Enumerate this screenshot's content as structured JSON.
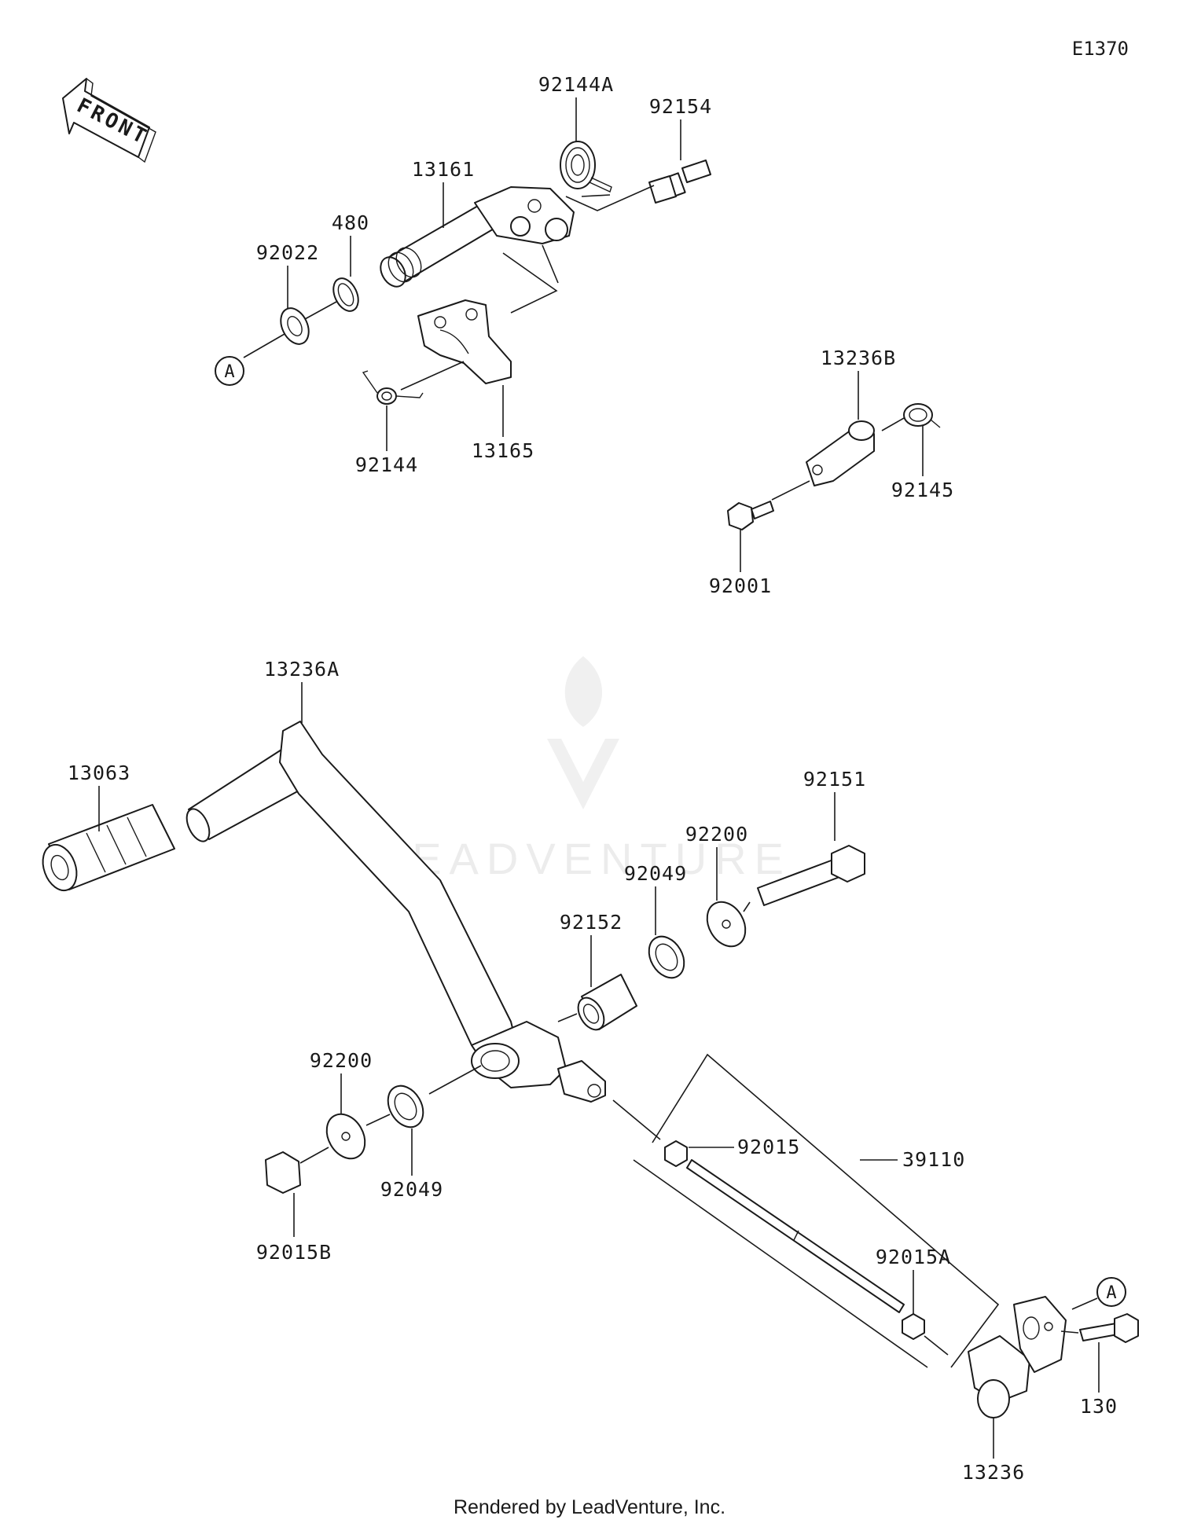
{
  "diagram_code": "E1370",
  "orientation_label": "FRONT",
  "watermark_text": "LEADVENTURE",
  "credit": "Rendered by LeadVenture, Inc.",
  "callouts": [
    "A",
    "A"
  ],
  "parts": [
    "92144A",
    "92154",
    "13161",
    "480",
    "92022",
    "92144",
    "13165",
    "13236B",
    "92145",
    "92001",
    "13236A",
    "13063",
    "92151",
    "92200",
    "92049",
    "92152",
    "92200",
    "92049",
    "92015B",
    "92015",
    "39110",
    "92015A",
    "130",
    "13236"
  ]
}
